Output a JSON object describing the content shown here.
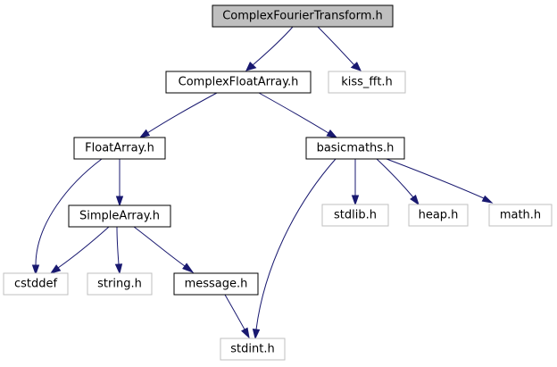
{
  "diagram": {
    "nodes": {
      "complex_fourier_transform": "ComplexFourierTransform.h",
      "complex_float_array": "ComplexFloatArray.h",
      "kiss_fft": "kiss_fft.h",
      "float_array": "FloatArray.h",
      "basicmaths": "basicmaths.h",
      "simple_array": "SimpleArray.h",
      "stdlib": "stdlib.h",
      "heap": "heap.h",
      "math": "math.h",
      "cstddef": "cstddef",
      "string": "string.h",
      "message": "message.h",
      "stdint": "stdint.h"
    },
    "edges": [
      {
        "from": "complex_fourier_transform",
        "to": "complex_float_array"
      },
      {
        "from": "complex_fourier_transform",
        "to": "kiss_fft"
      },
      {
        "from": "complex_float_array",
        "to": "float_array"
      },
      {
        "from": "complex_float_array",
        "to": "basicmaths"
      },
      {
        "from": "float_array",
        "to": "cstddef"
      },
      {
        "from": "float_array",
        "to": "simple_array"
      },
      {
        "from": "simple_array",
        "to": "cstddef"
      },
      {
        "from": "simple_array",
        "to": "string"
      },
      {
        "from": "simple_array",
        "to": "message"
      },
      {
        "from": "basicmaths",
        "to": "stdlib"
      },
      {
        "from": "basicmaths",
        "to": "heap"
      },
      {
        "from": "basicmaths",
        "to": "math"
      },
      {
        "from": "basicmaths",
        "to": "stdint"
      },
      {
        "from": "message",
        "to": "stdint"
      }
    ],
    "colors": {
      "edge": "#191970",
      "main_fill": "#bfbfbf",
      "local_border": "#000000",
      "external_border": "#bfbfbf"
    }
  }
}
